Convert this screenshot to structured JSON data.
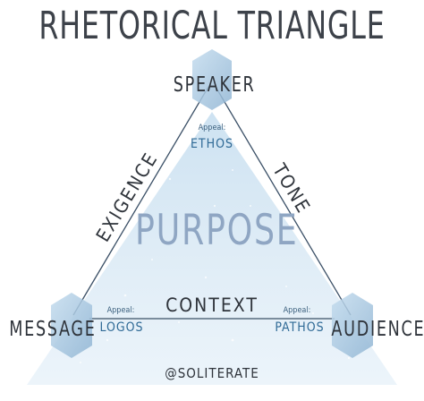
{
  "title": "RHETORICAL TRIANGLE",
  "center": "PURPOSE",
  "vertices": {
    "speaker": "SPEAKER",
    "message": "MESSAGE",
    "audience": "AUDIENCE"
  },
  "appeals": {
    "ethos": {
      "prefix": "Appeal:",
      "value": "ETHOS"
    },
    "logos": {
      "prefix": "Appeal:",
      "value": "LOGOS"
    },
    "pathos": {
      "prefix": "Appeal:",
      "value": "PATHOS"
    }
  },
  "sides": {
    "left": "EXIGENCE",
    "right": "TONE",
    "bottom": "CONTEXT"
  },
  "handle": "@SOLITERATE",
  "colors": {
    "triangle_fill": "#d7e7f3",
    "hexagon_fill": "#aecbe2",
    "line": "#3a4f66",
    "appeal_text": "#2f6a96",
    "purpose_text": "#8fa6c3"
  }
}
